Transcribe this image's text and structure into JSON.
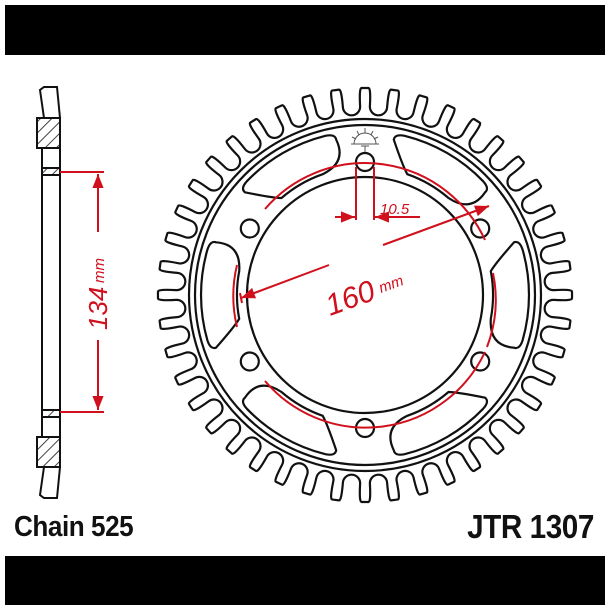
{
  "header_bar": {
    "color": "#000000"
  },
  "footer_bar": {
    "color": "#000000"
  },
  "labels": {
    "chain": "Chain 525",
    "part_number": "JTR 1307"
  },
  "dimensions": {
    "thickness_height": {
      "value": "134",
      "unit": "mm"
    },
    "bolt_circle": {
      "value": "160",
      "unit": "mm"
    },
    "bolt_hole_diameter": {
      "value": "10.5"
    }
  },
  "drawing": {
    "type": "rear sprocket technical drawing",
    "teeth_count": 44,
    "bolt_holes": 6,
    "line_color": "#111111",
    "dimension_color": "#d0101c"
  }
}
